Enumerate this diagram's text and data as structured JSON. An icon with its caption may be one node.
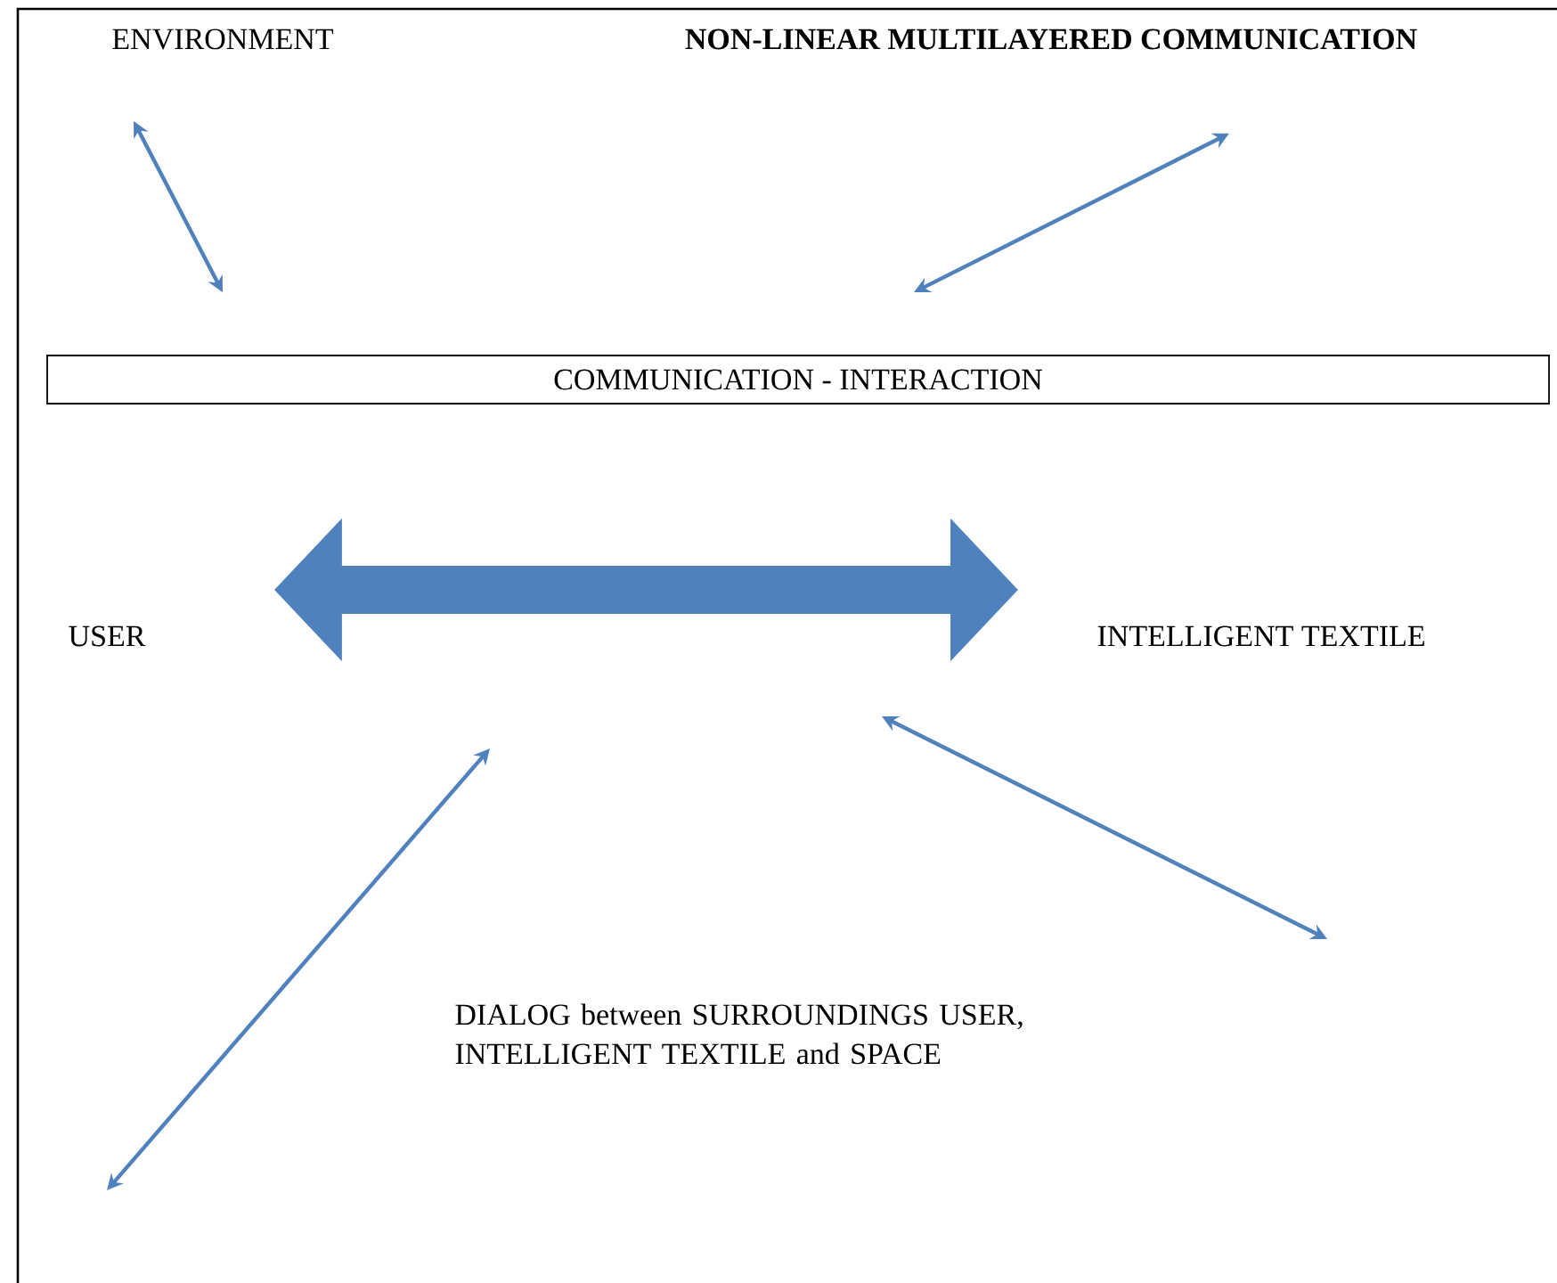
{
  "diagram": {
    "nodes": [
      {
        "text": [
          "ENVIRONMENT"
        ]
      },
      {
        "text": [
          "**NON-LINEAR MULTILAYERED COMMUNICATION**"
        ]
      },
      {
        "text": [
          "COMMUNICATION - INTERACTION"
        ]
      },
      {
        "text": [
          "USER"
        ]
      },
      {
        "text": [
          "INTELLIGENT TEXTILE"
        ]
      }
    ],
    "edges": [
      {
        "from": 0,
        "to": 2,
        "arrow": "both"
      },
      {
        "from": 1,
        "to": 2,
        "arrow": "both"
      },
      {
        "from": 3,
        "to": 4,
        "arrow": "both",
        "style": "thick"
      }
    ],
    "labels": [
      "DIALOG between SURROUNDINGS USER, INTELLIGENT TEXTILE and SPACE"
    ]
  }
}
